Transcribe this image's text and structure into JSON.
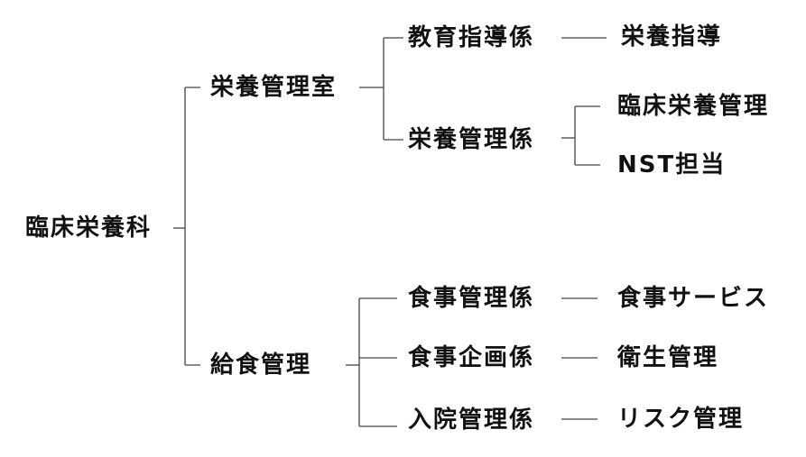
{
  "root": {
    "label": "臨床栄養科"
  },
  "branches": [
    {
      "label": "栄養管理室",
      "sections": [
        {
          "label": "教育指導係",
          "duties": [
            "栄養指導"
          ]
        },
        {
          "label": "栄養管理係",
          "duties": [
            "臨床栄養管理",
            "NST担当"
          ]
        }
      ]
    },
    {
      "label": "給食管理",
      "sections": [
        {
          "label": "食事管理係",
          "duties": [
            "食事サービス"
          ]
        },
        {
          "label": "食事企画係",
          "duties": [
            "衛生管理"
          ]
        },
        {
          "label": "入院管理係",
          "duties": [
            "リスク管理"
          ]
        }
      ]
    }
  ],
  "colors": {
    "line": "#444444",
    "text": "#111111"
  }
}
